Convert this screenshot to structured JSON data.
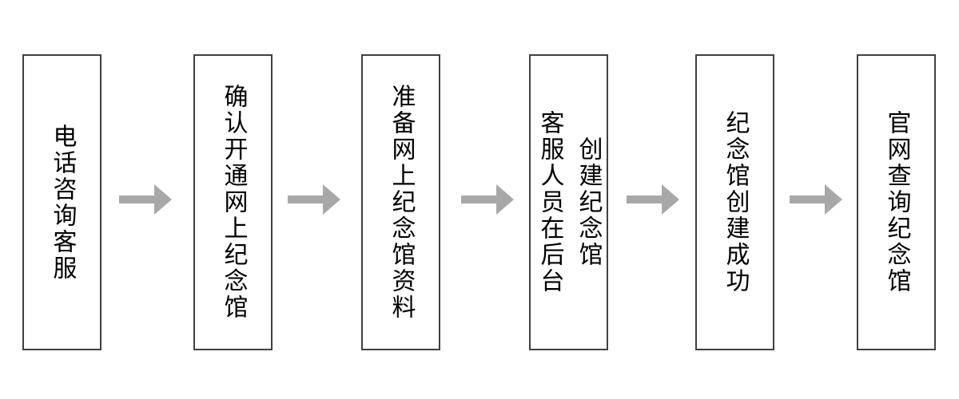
{
  "flowchart": {
    "type": "process-flow",
    "direction": "left-to-right",
    "colors": {
      "box_border": "#404040",
      "box_fill": "#ffffff",
      "arrow": "#a8a8a8",
      "text": "#000000",
      "background": "#ffffff"
    },
    "steps": [
      {
        "label": "电话咨询客服"
      },
      {
        "label": "确认开通网上纪念馆"
      },
      {
        "label": "准备网上纪念馆资料"
      },
      {
        "label": "客服人员在后台\n创建纪念馆"
      },
      {
        "label": "纪念馆创建成功"
      },
      {
        "label": "官网查询纪念馆"
      }
    ],
    "connector": "right-arrow"
  }
}
